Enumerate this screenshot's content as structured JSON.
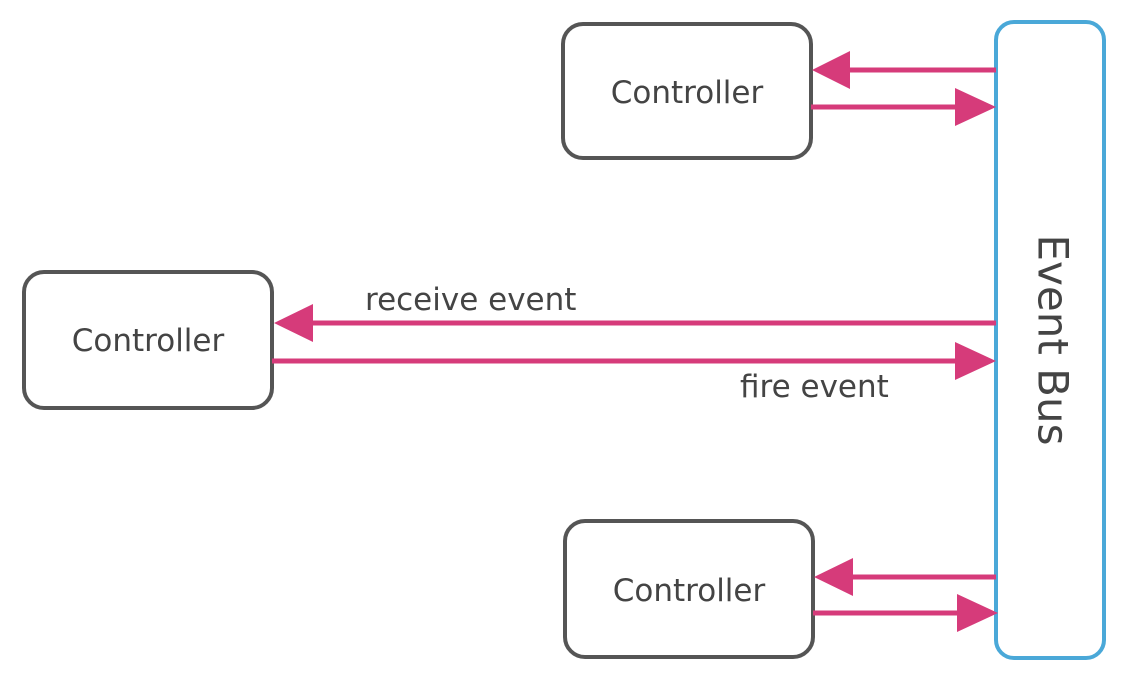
{
  "diagram": {
    "controllers": [
      {
        "id": "controller-top",
        "label": "Controller"
      },
      {
        "id": "controller-middle",
        "label": "Controller"
      },
      {
        "id": "controller-bottom",
        "label": "Controller"
      }
    ],
    "bus": {
      "label": "Event Bus"
    },
    "edges": {
      "receive_label": "receive event",
      "fire_label": "fire event"
    },
    "colors": {
      "arrow": "#d63b7a",
      "bus_border": "#4aa8d8",
      "box_border": "#555555",
      "text": "#444444"
    }
  }
}
